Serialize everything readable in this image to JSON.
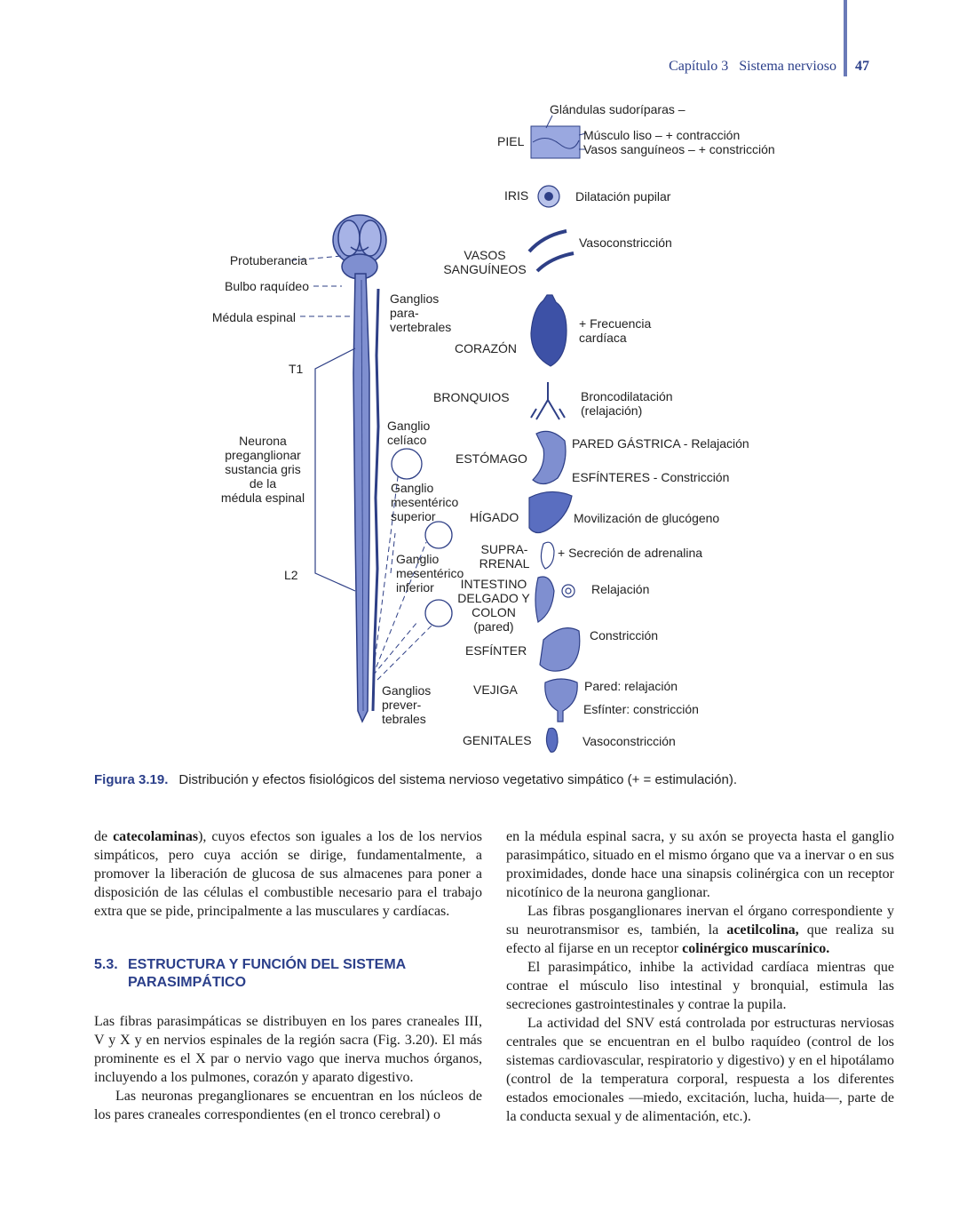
{
  "header": {
    "chapter": "Capítulo 3   Sistema nervioso",
    "page_number": "47"
  },
  "figure": {
    "left_labels": {
      "protuberancia": "Protuberancia",
      "bulbo": "Bulbo raquídeo",
      "medula": "Médula espinal",
      "t1": "T1",
      "neurona": "Neurona\npreganglionar\nsustancia gris\nde la\nmédula espinal",
      "l2": "L2"
    },
    "ganglia": {
      "paravertebrales": "Ganglios\npara-\nvertebrales",
      "celiaco": "Ganglio\ncelíaco",
      "mes_sup": "Ganglio\nmesentérico\nsuperior",
      "mes_inf": "Ganglio\nmesentérico\ninferior",
      "prevertebrales": "Ganglios\nprever-\ntebrales"
    },
    "organs": {
      "piel": "PIEL",
      "iris": "IRIS",
      "vasos": "VASOS\nSANGUÍNEOS",
      "corazon": "CORAZÓN",
      "bronquios": "BRONQUIOS",
      "estomago": "ESTÓMAGO",
      "higado": "HÍGADO",
      "suprarrenal": "SUPRA-\nRRENAL",
      "intestino": "INTESTINO\nDELGADO Y\nCOLON\n(pared)",
      "esfinter": "ESFÍNTER",
      "vejiga": "VEJIGA",
      "genitales": "GENITALES"
    },
    "effects": {
      "glandulas": "Glándulas sudoríparas –",
      "musculo": "Músculo liso – + contracción",
      "vasos_piel": "Vasos sanguíneos – + constricción",
      "dilatacion": "Dilatación pupilar",
      "vasoconstriccion": "Vasoconstricción",
      "frecuencia": "+ Frecuencia\ncardíaca",
      "broncodilatacion": "Broncodilatación\n(relajación)",
      "pared_gastrica": "PARED GÁSTRICA - Relajación",
      "esfinteres": "ESFÍNTERES - Constricción",
      "glucogeno": "Movilización de glucógeno",
      "adrenalina": "+ Secreción de adrenalina",
      "relajacion": "Relajación",
      "constriccion": "Constricción",
      "pared_vejiga": "Pared: relajación",
      "esfinter_vejiga": "Esfínter: constricción",
      "vasoconstriccion_genitales": "Vasoconstricción"
    },
    "colors": {
      "ink": "#2e3f86",
      "fill": "#7f8fd0",
      "light": "#b9c3ea"
    }
  },
  "caption": {
    "number": "Figura 3.19.",
    "text": "Distribución y efectos fisiológicos del sistema nervioso vegetativo simpático (+ = estimulación)."
  },
  "body": {
    "left": {
      "p1_a": "de ",
      "p1_b": "catecolaminas",
      "p1_c": "), cuyos efectos son iguales a los de los nervios simpáticos, pero cuya acción se dirige, fundamentalmente, a promover la liberación de glucosa de sus almacenes para poner a disposición de las células el combustible necesario para el trabajo extra que se pide, principalmente a las musculares y cardíacas.",
      "heading_num": "5.3.",
      "heading_line1": "ESTRUCTURA Y FUNCIÓN DEL SISTEMA",
      "heading_line2": "PARASIMPÁTICO",
      "p2": "Las fibras parasimpáticas se distribuyen en los pares craneales III, V y X y en nervios espinales de la región sacra (Fig. 3.20). El más prominente es el X par o nervio vago que inerva muchos órganos, incluyendo a los pulmones, corazón y aparato digestivo.",
      "p3": "Las neuronas preganglionares se encuentran en los núcleos de los pares craneales correspondientes (en el tronco cerebral) o"
    },
    "right": {
      "p1": "en la médula espinal sacra, y su axón se proyecta hasta el ganglio parasimpático, situado en el mismo órgano que va a inervar o en sus proximidades, donde hace una sinapsis colinérgica con un receptor nicotínico de la neurona ganglionar.",
      "p2_a": "Las fibras posganglionares inervan el órgano correspondiente y su neurotransmisor es, también, la ",
      "p2_b": "acetilcolina,",
      "p2_c": " que realiza su efecto al fijarse en un receptor ",
      "p2_d": "colinérgico muscarínico.",
      "p3": "El parasimpático, inhibe la actividad cardíaca mientras que contrae el músculo liso intestinal y bronquial, estimula las secreciones gastrointestinales y contrae la pupila.",
      "p4": "La actividad del SNV está controlada por estructuras nerviosas centrales que se encuentran en el bulbo raquídeo (control de los sistemas cardiovascular, respiratorio y digestivo) y en el hipotálamo (control de la temperatura corporal, respuesta a los diferentes estados emocionales —miedo, excitación, lucha, huida—, parte de la conducta sexual y de alimentación, etc.)."
    }
  }
}
